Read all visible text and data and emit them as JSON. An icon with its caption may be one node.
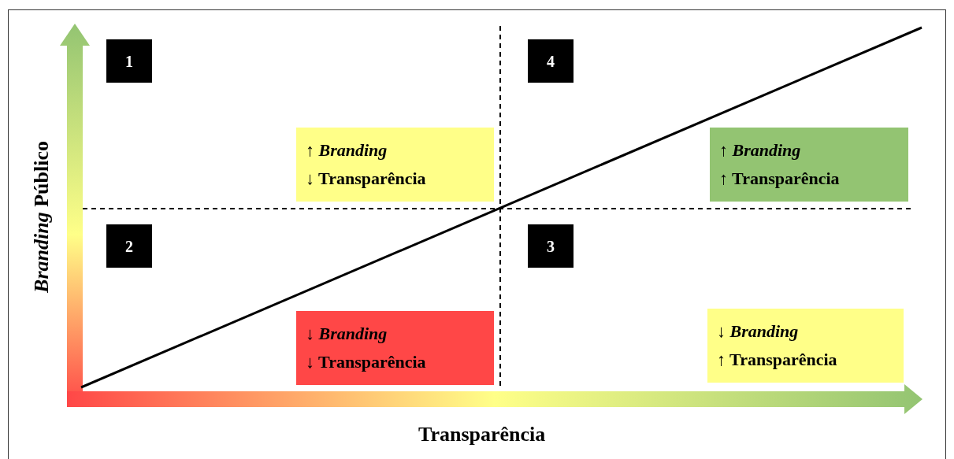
{
  "diagram": {
    "nodes": [
      {
        "text": [
          "1"
        ]
      },
      {
        "text": [
          "4"
        ]
      },
      {
        "text": [
          "↑ *Branding*",
          "↓ Transparência"
        ]
      },
      {
        "text": [
          "↑ *Branding*",
          "↑ Transparência"
        ]
      },
      {
        "text": [
          "2"
        ]
      },
      {
        "text": [
          "3"
        ]
      },
      {
        "text": [
          "↓ *Branding*",
          "↓ Transparência"
        ]
      },
      {
        "text": [
          "↓ *Branding*",
          "↑ Transparência"
        ]
      }
    ],
    "labels": [
      "*Branding* Público",
      "Transparência"
    ]
  }
}
